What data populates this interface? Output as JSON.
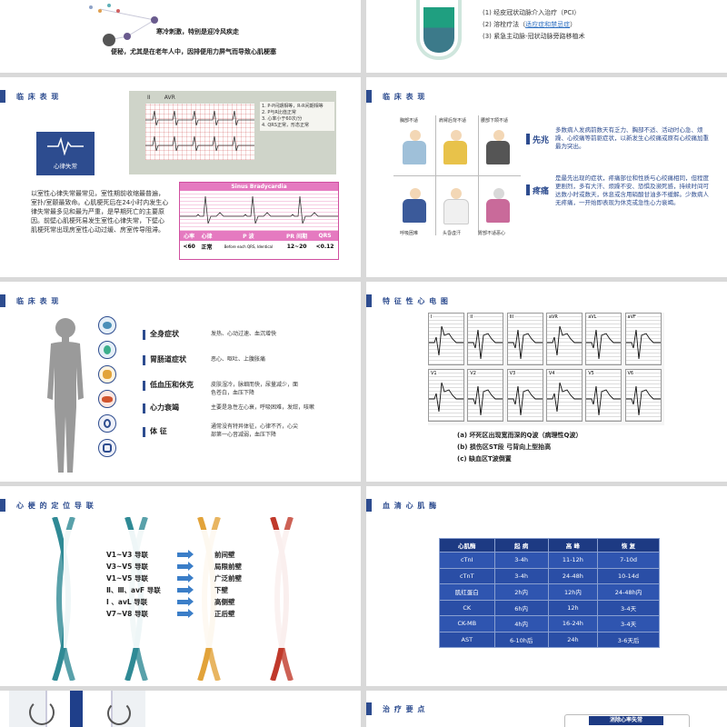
{
  "s1": {
    "line1": "寒冷刺激，特别是迎冷风疾走",
    "line2": "便秘，尤其是在老年人中，因排便用力屏气而导致心肌梗塞"
  },
  "s2": {
    "items": [
      "(1) 经皮冠状动脉介入治疗（PCI）",
      "(2) 溶栓疗法（",
      "适应症和禁忌症",
      "）",
      "(3) 紧急主动脉-冠状动脉旁路移植术"
    ]
  },
  "s3": {
    "title": "临 床 表 现",
    "badge": "心律失常",
    "paragraph": "以室性心律失常最常见，室性期前收缩最普遍，室扑/室颤最致命。心肌梗死后在24小时内发生心律失常最多见和最为严重，是早期死亡的主要原因。前壁心肌梗死易发生室性心律失常，下壁心肌梗死常出现房室性心动过缓、房室传导阻滞。",
    "ecg_top_label": "II        AVR",
    "ecg_notes": [
      "1. P-P间期相等，R-R间期相等",
      "2. P与R比值正常",
      "3. 心率小于60次/分",
      "4. QRS正常，形态正常"
    ],
    "sinus_title": "Sinus Bradycardia",
    "table_headers": [
      "心率",
      "心律",
      "P 波",
      "PR 间期",
      "QRS"
    ],
    "table_values": [
      "<60",
      "正常",
      "Before each QRS, Identical",
      "12~20",
      "<0.12"
    ]
  },
  "s4": {
    "title": "临 床 表 现",
    "figure_labels": [
      "胸部不适",
      "肩臂后背不适",
      "腰部下颌不适",
      "呼吸困难",
      "头昏虚汗",
      "胃部不适恶心"
    ],
    "sec1_label": "先兆",
    "sec1_text": "多数病人发病前数天有乏力、胸部不适、活动时心急、烦躁、心绞痛等前驱症状，以新发生心绞痛或原有心绞痛加重最为突出。",
    "sec2_label": "疼痛",
    "sec2_text": "是最先出现的症状，疼痛部位和性质与心绞痛相同，但程度更剧烈，多有大汗、烦躁不安、恐惧及濒死感，持续时间可达数小时或数天，休息或含用硝酸甘油多不缓解。少数病人无疼痛，一开始即表现为休克或急性心力衰竭。"
  },
  "s5": {
    "title": "临 床 表 现",
    "rows": [
      {
        "label": "全身症状",
        "desc": "发热、心动过速、血沉增快"
      },
      {
        "label": "胃肠道症状",
        "desc": "恶心、呕吐、上腹胀痛"
      },
      {
        "label": "低血压和休克",
        "desc": "皮肤湿冷，脉细而快，尿量减少，面色苍白，血压下降"
      },
      {
        "label": "心力衰竭",
        "desc": "主要是急性左心衰，呼吸困难，发绀，咳嗽"
      },
      {
        "label": "体 征",
        "desc": "通常没有特异体征，心律不齐，心尖部第一心音减弱，血压下降"
      }
    ]
  },
  "s6": {
    "title": "特 征 性 心 电 图",
    "leads_top": [
      "I",
      "II",
      "III",
      "aVR",
      "aVL",
      "aVF"
    ],
    "leads_bottom": [
      "V1",
      "V2",
      "V3",
      "V4",
      "V5",
      "V6"
    ],
    "items": [
      "(a)  坏死区出现宽而深的Q波（病理性Q波）",
      "(b)  损伤区ST段 弓背向上型抬高",
      "(c)  缺血区T波倒置"
    ]
  },
  "s7": {
    "title": "心 梗 的 定 位 导 联",
    "leads": [
      "V1~V3 导联",
      "V3~V5 导联",
      "V1~V5 导联",
      "Ⅱ、Ⅲ、avF 导联",
      "Ⅰ 、avL 导联",
      "V7~V8 导联"
    ],
    "regions": [
      "前间壁",
      "局限前壁",
      "广泛前壁",
      "下壁",
      "高侧壁",
      "正后壁"
    ]
  },
  "s8": {
    "title": "血 清 心 肌 酶",
    "headers": [
      "心肌酶",
      "起 病",
      "高 峰",
      "恢 复"
    ],
    "rows": [
      [
        "cTnI",
        "3-4h",
        "11-12h",
        "7-10d"
      ],
      [
        "cTnT",
        "3-4h",
        "24-48h",
        "10-14d"
      ],
      [
        "肌红蛋白",
        "2h内",
        "12h内",
        "24-48h内"
      ],
      [
        "CK",
        "6h内",
        "12h",
        "3-4天"
      ],
      [
        "CK-MB",
        "4h内",
        "16-24h",
        "3-4天"
      ],
      [
        "AST",
        "6-10h后",
        "24h",
        "3-6天后"
      ]
    ]
  },
  "s10": {
    "title": "治 疗 要 点",
    "button": "消除心率失常"
  },
  "colors": {
    "navy": "#2d4c8f",
    "teal": "#2f8a95",
    "gold": "#e2a33a",
    "red": "#c0392b"
  }
}
